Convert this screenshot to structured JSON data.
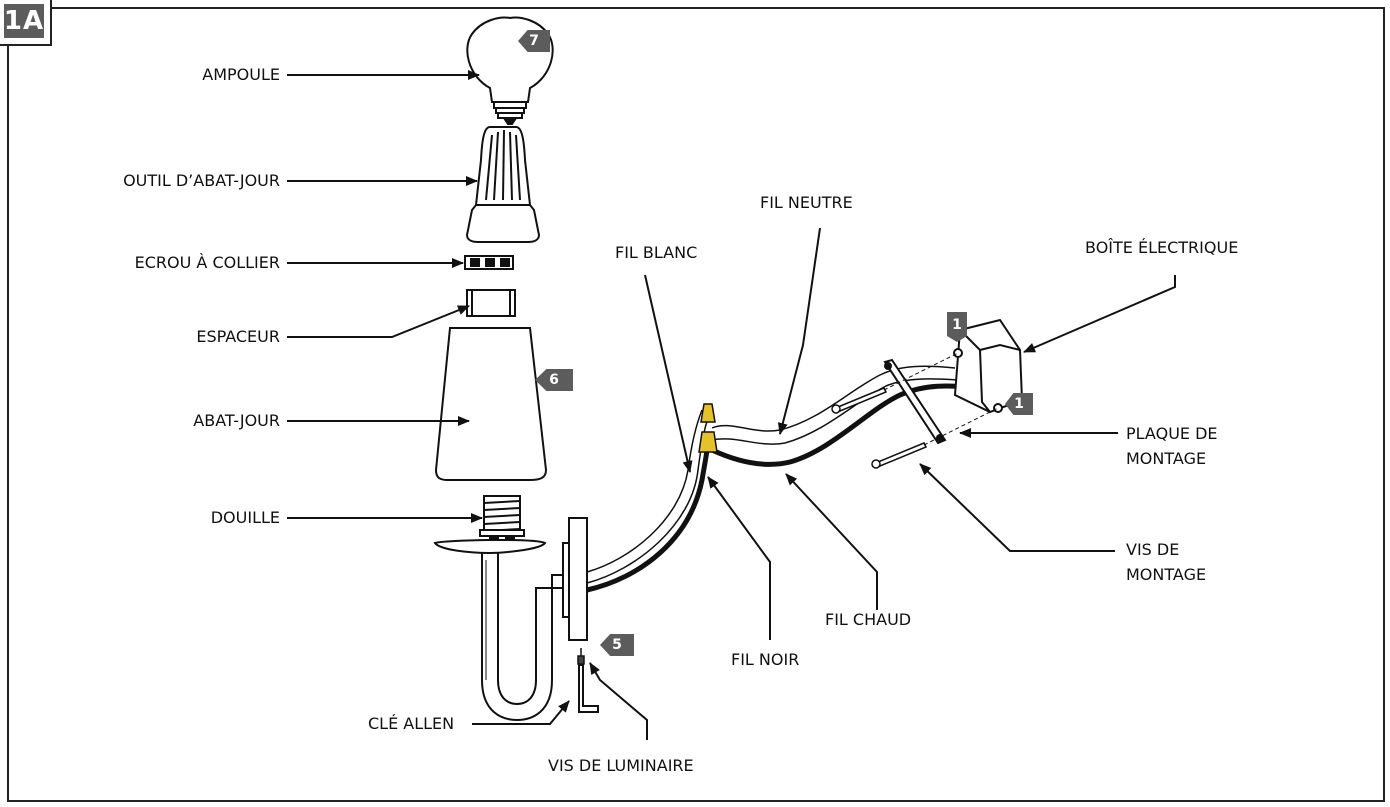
{
  "figure": {
    "tag": "1A"
  },
  "labels": {
    "ampoule": "AMPOULE",
    "outil": "OUTIL D’ABAT-JOUR",
    "ecrou": "ECROU À COLLIER",
    "espaceur": "ESPACEUR",
    "abat_jour": "ABAT-JOUR",
    "douille": "DOUILLE",
    "cle_allen": "CLÉ ALLEN",
    "vis_luminaire": "VIS DE LUMINAIRE",
    "fil_blanc": "FIL BLANC",
    "fil_neutre": "FIL NEUTRE",
    "fil_noir": "FIL NOIR",
    "fil_chaud": "FIL CHAUD",
    "boite": "BOÎTE ÉLECTRIQUE",
    "plaque_1": "PLAQUE DE",
    "plaque_2": "MONTAGE",
    "vis_montage_1": "VIS DE",
    "vis_montage_2": "MONTAGE"
  },
  "steps": {
    "ampoule": "7",
    "abat_jour": "6",
    "vis": "5",
    "boite_top": "1",
    "boite_bottom": "1"
  },
  "colors": {
    "wire_nut": "#e6c229",
    "tag_bg": "#5c5c5c"
  }
}
